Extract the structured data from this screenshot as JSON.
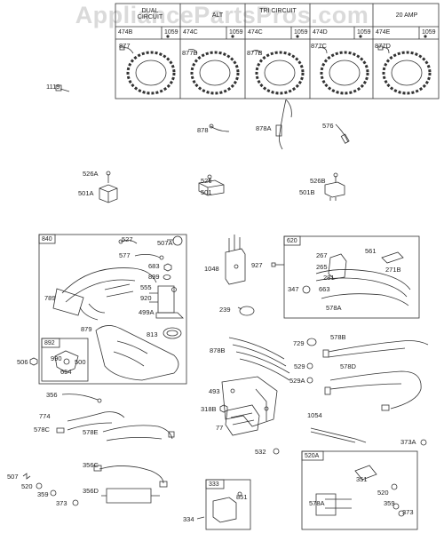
{
  "watermark": "AppliancePartsPros.com",
  "stator_panels": [
    {
      "heading": "DUAL CIRCUIT",
      "kit": "474B",
      "extra": "1059",
      "part": "877"
    },
    {
      "heading": "ALT",
      "kit": "474C",
      "extra": "1059",
      "part": "877B"
    },
    {
      "heading": "TRI CIRCUIT",
      "kit": "474C",
      "extra": "1059",
      "part": "877B"
    },
    {
      "heading": "",
      "kit": "474D",
      "extra": "1059",
      "part": "877C"
    },
    {
      "heading": "20 AMP",
      "kit": "474E",
      "extra": "1059",
      "part": "877D"
    }
  ],
  "group_boxes": {
    "box_840": "840",
    "box_892": "892",
    "box_620": "620",
    "box_520A": "520A",
    "box_333": "333"
  },
  "labels": {
    "p1119": "1119",
    "p878": "878",
    "p878A": "878A",
    "p576": "576",
    "p526A": "526A",
    "p501A": "501A",
    "p526": "526",
    "p501": "501",
    "p526B": "526B",
    "p501B": "501B",
    "p527": "527",
    "p507A": "507A",
    "p577": "577",
    "p683": "683",
    "p899": "899",
    "p555": "555",
    "p920": "920",
    "p789": "789",
    "p499A": "499A",
    "p879": "879",
    "p813": "813",
    "p990": "990",
    "p500": "500",
    "p654": "654",
    "p506": "506",
    "p1048": "1048",
    "p927": "927",
    "p239": "239",
    "p267": "267",
    "p265": "265",
    "p281": "281",
    "p347": "347",
    "p663": "663",
    "p561": "561",
    "p271B": "271B",
    "p578A_620": "578A",
    "p878B": "878B",
    "p729": "729",
    "p578B": "578B",
    "p529": "529",
    "p578D": "578D",
    "p529A": "529A",
    "p356": "356",
    "p774": "774",
    "p578C": "578C",
    "p578E": "578E",
    "p493": "493",
    "p318B": "318B",
    "p77": "77",
    "p1054": "1054",
    "p532": "532",
    "p373A": "373A",
    "p356C": "356C",
    "p507": "507",
    "p520": "520",
    "p359": "359",
    "p373": "373",
    "p356D": "356D",
    "p851": "851",
    "p334": "334",
    "p351": "351",
    "p520_box": "520",
    "p578A_box": "578A",
    "p359_box": "359",
    "p373_box": "373"
  }
}
